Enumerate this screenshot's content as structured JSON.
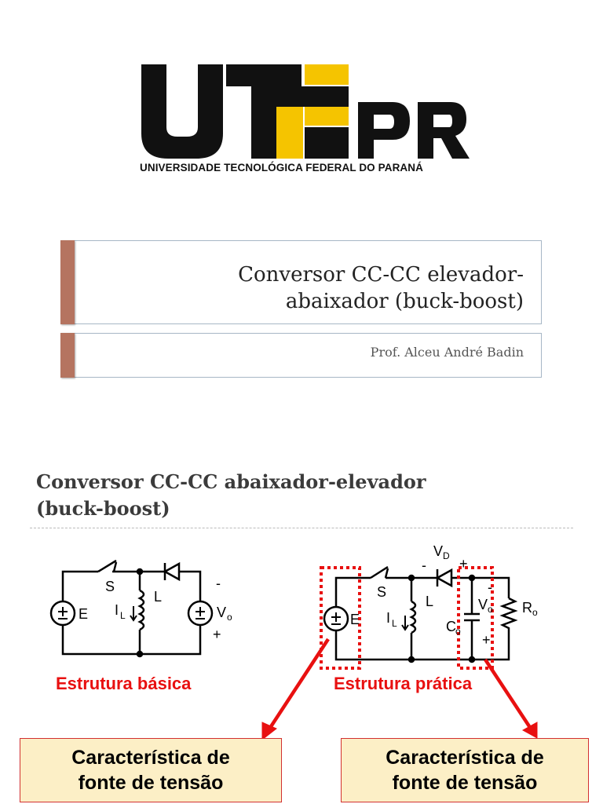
{
  "logo": {
    "letters": "UTFPR",
    "subtitle": "UNIVERSIDADE TECNOLÓGICA FEDERAL DO PARANÁ"
  },
  "slide1": {
    "title_line1": "Conversor CC-CC elevador-",
    "title_line2": "abaixador (buck-boost)",
    "author": "Prof. Alceu André Badin"
  },
  "slide2": {
    "title_line1": "Conversor CC-CC abaixador-elevador",
    "title_line2": "(buck-boost)",
    "basic": {
      "switch": "S",
      "inductor": "L",
      "current": "I",
      "current_sub": "L",
      "source": "E",
      "output": "V",
      "output_sub": "o",
      "minus": "-",
      "plus": "+",
      "caption": "Estrutura básica"
    },
    "practical": {
      "diode": "V",
      "diode_sub": "D",
      "switch": "S",
      "inductor": "L",
      "current": "I",
      "current_sub": "L",
      "source": "E",
      "capacitor": "C",
      "capacitor_sub": "o",
      "output": "V",
      "output_sub": "o",
      "resistor": "R",
      "resistor_sub": "o",
      "minus": "-",
      "plus": "+",
      "caption": "Estrutura prática"
    },
    "char_left_line1": "Característica de",
    "char_left_line2": "fonte de tensão",
    "char_right_line1": "Característica de",
    "char_right_line2": "fonte de tensão"
  },
  "colors": {
    "accent_bar": "#b57460",
    "logo_yellow": "#f5c400",
    "caption_red": "#e81010",
    "box_fill": "#fcefc6"
  },
  "icons": [
    "utfpr-logo",
    "voltage-source-icon",
    "diode-icon",
    "inductor-icon",
    "capacitor-icon",
    "resistor-icon",
    "switch-icon",
    "arrow-icon"
  ]
}
